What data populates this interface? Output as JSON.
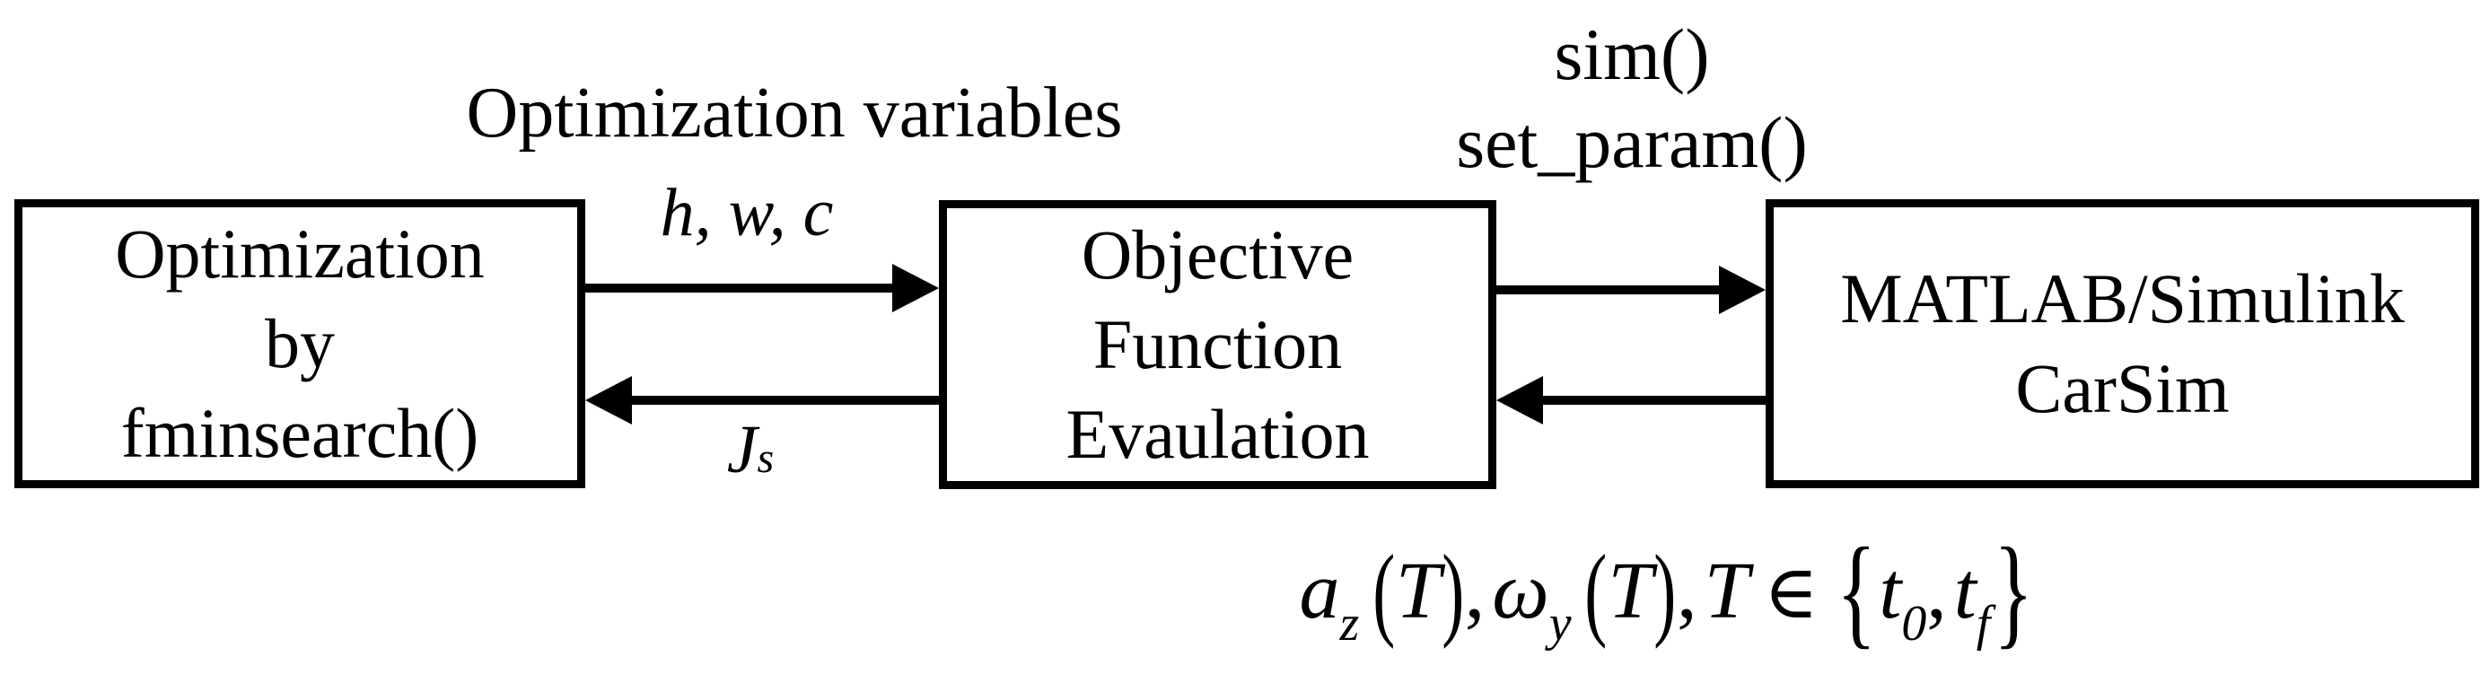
{
  "colors": {
    "ink": "#000000",
    "background": "#ffffff"
  },
  "boxes": {
    "optimizer": {
      "lines": [
        "Optimization",
        "by",
        "fminsearch()"
      ]
    },
    "objective": {
      "lines": [
        "Objective",
        "Function",
        "Evaulation"
      ]
    },
    "simulator": {
      "lines": [
        "MATLAB/Simulink",
        "CarSim"
      ]
    }
  },
  "labels": {
    "optimization_variables": "Optimization variables",
    "hwc": "h, w, c",
    "sim": "sim()",
    "set_param": "set_param()",
    "cost": {
      "base": "J",
      "sub": "s"
    }
  },
  "formula": {
    "az_base": "a",
    "az_sub": "z",
    "paren_open_1": "(",
    "arg_1": "T",
    "paren_close_1": ")",
    "comma_1": ",",
    "omega_base": "ω",
    "omega_sub": "y",
    "paren_open_2": "(",
    "arg_2": "T",
    "paren_close_2": ")",
    "comma_2": ",",
    "t_var": "T",
    "element_of": "∈",
    "brace_open": "{",
    "t0_base": "t",
    "t0_sub": "0",
    "comma_3": ",",
    "tf_base": "t",
    "tf_sub": "f",
    "brace_close": "}"
  }
}
